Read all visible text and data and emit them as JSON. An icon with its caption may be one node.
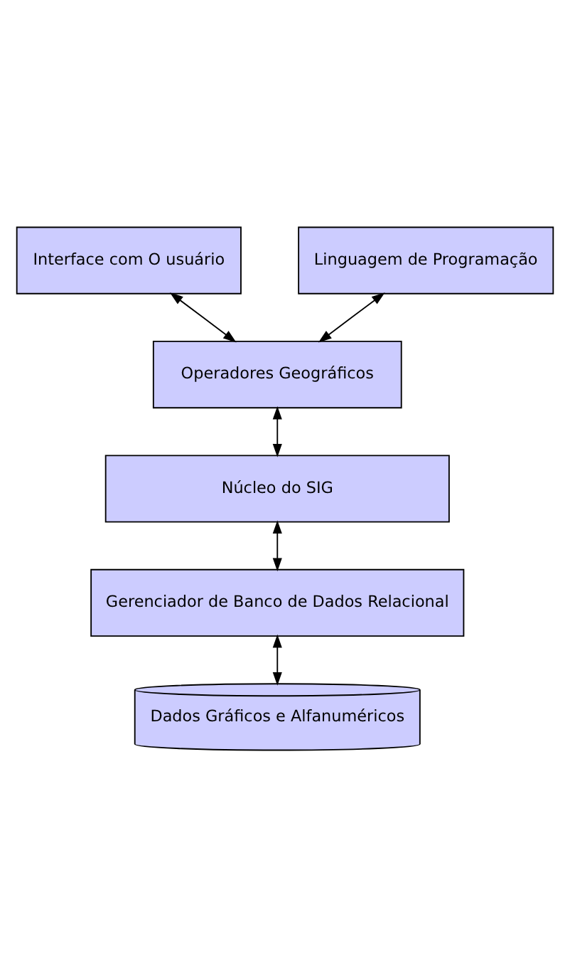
{
  "diagram": {
    "nodes": [
      {
        "text": [
          "Interface com O usuário"
        ]
      },
      {
        "text": [
          "Linguagem de Programação"
        ]
      },
      {
        "text": [
          "Operadores Geográficos"
        ]
      },
      {
        "text": [
          "Núcleo do SIG"
        ]
      },
      {
        "text": [
          "Gerenciador de Banco de Dados Relacional"
        ]
      },
      {
        "text": [
          "Dados Gráficos e Alfanuméricos"
        ]
      }
    ],
    "edges": [
      {
        "from": 0,
        "to": 2,
        "arrow": "both"
      },
      {
        "from": 1,
        "to": 2,
        "arrow": "both"
      },
      {
        "from": 2,
        "to": 3,
        "arrow": "both"
      },
      {
        "from": 3,
        "to": 4,
        "arrow": "both"
      },
      {
        "from": 4,
        "to": 5,
        "arrow": "both"
      }
    ]
  }
}
